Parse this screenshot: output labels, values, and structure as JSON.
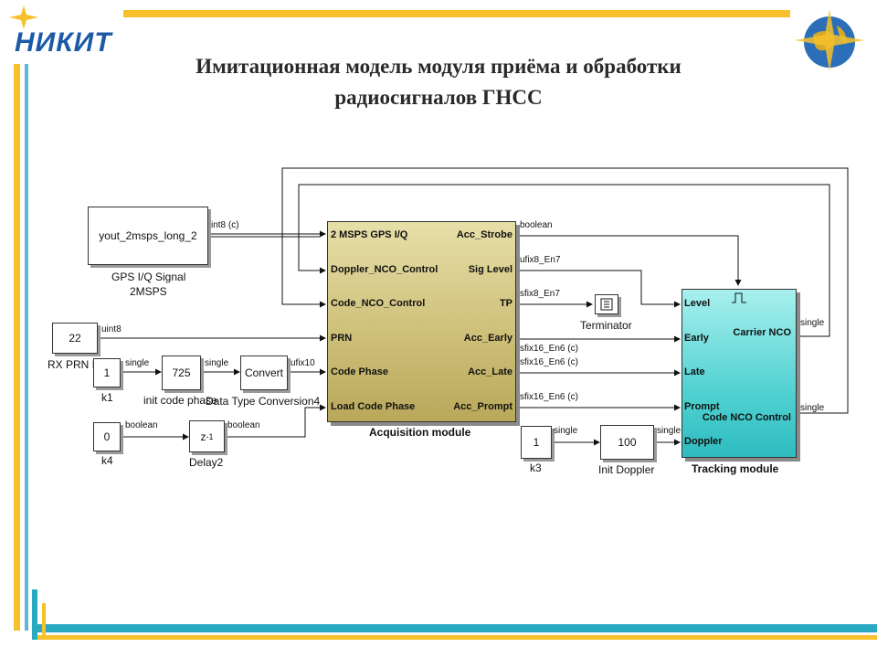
{
  "header": {
    "logo_text": "НИКИТ",
    "title_line1": "Имитационная модель модуля приёма и обработки",
    "title_line2": "радиосигналов ГНСС"
  },
  "colors": {
    "accent_yellow": "#f6c12a",
    "accent_teal": "#29a9c2",
    "accent_blue": "#1c5aa6"
  },
  "blocks": {
    "source": {
      "value": "yout_2msps_long_2",
      "caption_line1": "GPS I/Q Signal",
      "caption_line2": "2MSPS",
      "out_signal": "int8 (c)"
    },
    "prn": {
      "value": "22",
      "caption": "RX PRN ID",
      "out_signal": "uint8"
    },
    "k1": {
      "value": "1",
      "caption": "k1",
      "out_signal": "single"
    },
    "init_code_phase": {
      "value": "725",
      "caption": "init code phase",
      "out_signal": "single"
    },
    "convert": {
      "value": "Convert",
      "caption": "Data Type Conversion4",
      "out_signal": "ufix10"
    },
    "k4": {
      "value": "0",
      "caption": "k4",
      "out_signal": "boolean"
    },
    "delay2": {
      "value": "z",
      "exp": "-1",
      "caption": "Delay2",
      "out_signal": "boolean"
    },
    "k3": {
      "value": "1",
      "caption": "k3",
      "out_signal": "single"
    },
    "init_doppler": {
      "value": "100",
      "caption": "Init Doppler",
      "out_signal": "single"
    },
    "terminator": {
      "caption": "Terminator"
    }
  },
  "acquisition": {
    "caption": "Acquisition module",
    "inputs": [
      "2 MSPS GPS I/Q",
      "Doppler_NCO_Control",
      "Code_NCO_Control",
      "PRN",
      "Code Phase",
      "Load Code Phase"
    ],
    "outputs": [
      "Acc_Strobe",
      "Sig Level",
      "TP",
      "Acc_Early",
      "Acc_Late",
      "Acc_Prompt"
    ],
    "output_signals": [
      "boolean",
      "ufix8_En7",
      "sfix8_En7",
      "sfix16_En6 (c)",
      "sfix16_En6 (c)",
      "sfix16_En6 (c)"
    ]
  },
  "tracking": {
    "caption": "Tracking module",
    "inputs": [
      "Level",
      "Early",
      "Late",
      "Prompt",
      "Doppler"
    ],
    "outputs": [
      "Carrier NCO",
      "Code NCO Control"
    ],
    "output_signals": [
      "single",
      "single"
    ]
  }
}
